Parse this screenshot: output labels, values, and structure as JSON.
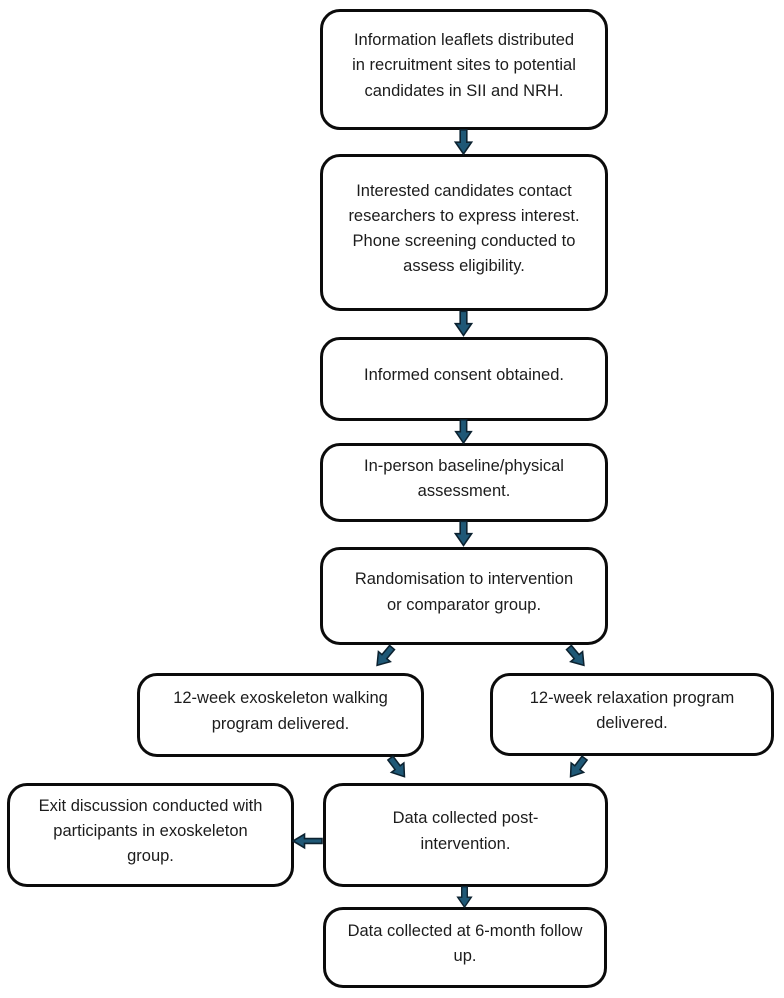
{
  "flowchart": {
    "boxes": [
      {
        "id": "information-leaflets",
        "text": "Information leaflets distributed\nin recruitment sites to potential\ncandidates in SII and NRH."
      },
      {
        "id": "contact-and-screening",
        "text": "Interested candidates contact\nresearchers to express interest.\nPhone screening conducted to\nassess eligibility."
      },
      {
        "id": "informed-consent",
        "text": "Informed consent obtained."
      },
      {
        "id": "baseline-assessment",
        "text": "In-person baseline/physical\nassessment."
      },
      {
        "id": "randomisation",
        "text": "Randomisation to intervention\nor comparator group."
      },
      {
        "id": "exoskeleton-program",
        "text": "12-week exoskeleton walking\nprogram delivered."
      },
      {
        "id": "relaxation-program",
        "text": "12-week relaxation program\ndelivered."
      },
      {
        "id": "exit-discussion",
        "text": "Exit discussion conducted with\nparticipants in exoskeleton\ngroup."
      },
      {
        "id": "post-intervention-data",
        "text": "Data collected post-\nintervention."
      },
      {
        "id": "six-month-followup-data",
        "text": "Data collected at 6-month follow\nup."
      }
    ],
    "connectors": [
      {
        "from": "information-leaflets",
        "to": "contact-and-screening",
        "direction": "down"
      },
      {
        "from": "contact-and-screening",
        "to": "informed-consent",
        "direction": "down"
      },
      {
        "from": "informed-consent",
        "to": "baseline-assessment",
        "direction": "down"
      },
      {
        "from": "baseline-assessment",
        "to": "randomisation",
        "direction": "down"
      },
      {
        "from": "randomisation",
        "to": "exoskeleton-program",
        "direction": "down-left"
      },
      {
        "from": "randomisation",
        "to": "relaxation-program",
        "direction": "down-right"
      },
      {
        "from": "exoskeleton-program",
        "to": "post-intervention-data",
        "direction": "down-right"
      },
      {
        "from": "relaxation-program",
        "to": "post-intervention-data",
        "direction": "down-left"
      },
      {
        "from": "post-intervention-data",
        "to": "exit-discussion",
        "direction": "left"
      },
      {
        "from": "post-intervention-data",
        "to": "six-month-followup-data",
        "direction": "down"
      }
    ]
  },
  "colors": {
    "arrow_fill": "#1f5876",
    "arrow_outline": "#0c2230",
    "box_border": "#0b0b0b",
    "box_fill": "#ffffff",
    "text": "#1c1c1c"
  }
}
